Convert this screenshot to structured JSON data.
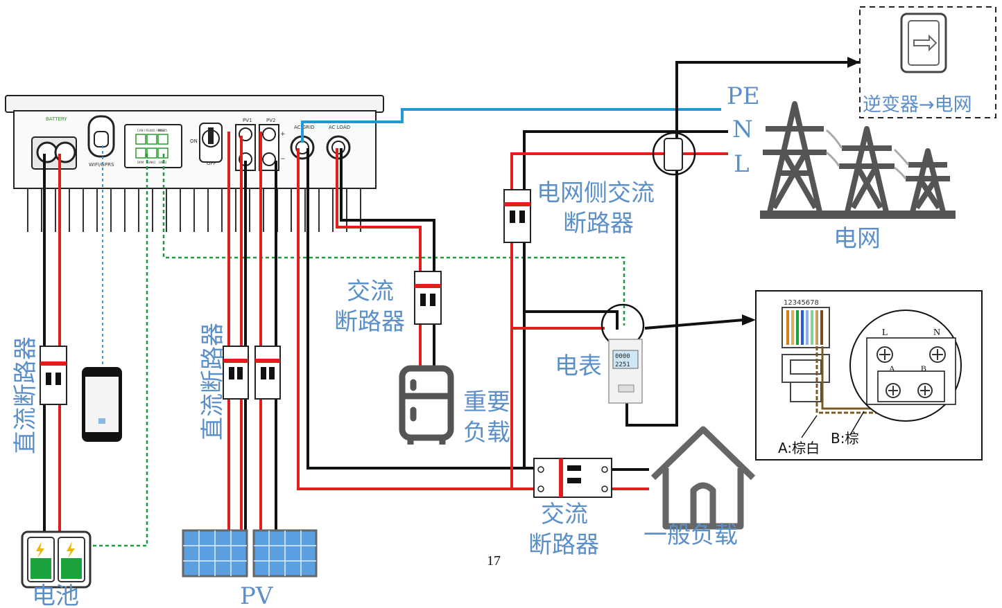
{
  "labels": {
    "pe": "PE",
    "n": "N",
    "l": "L",
    "inverter_to_grid": "逆变器→电网",
    "grid": "电网",
    "grid_side_breaker_line1": "电网侧交流",
    "grid_side_breaker_line2": "断路器",
    "ac_breaker_mid_line1": "交流",
    "ac_breaker_mid_line2": "断路器",
    "important_load_line1": "重要",
    "important_load_line2": "负载",
    "meter": "电表",
    "ac_breaker_bottom_line1": "交流",
    "ac_breaker_bottom_line2": "断路器",
    "general_load": "一般负载",
    "dc_breaker_left": "直流断路器",
    "dc_breaker_pv": "直流断路器",
    "battery": "电池",
    "pv": "PV",
    "page_number": "17",
    "rj45_pins": "12345678",
    "socket_l": "L",
    "socket_n": "N",
    "socket_a": "A",
    "socket_b": "B",
    "wire_a": "A:棕白",
    "wire_b": "B:棕"
  },
  "inverter": {
    "battery_label": "BATTERY",
    "wifi_label": "WIFI/GPRS",
    "pv1": "PV1",
    "pv2": "PV2",
    "ac_grid": "AC GRID",
    "ac_load": "AC LOAD",
    "on": "ON",
    "off": "OFF",
    "plus": "+",
    "minus": "−",
    "port_top_left": "CAN / RS485 / BMS",
    "port_top_right": "RS485",
    "port_b1": "DRM",
    "port_b2": "LINK1",
    "port_b3": "LINK2"
  },
  "meter_display": {
    "line1": "0000",
    "line2": "2251"
  },
  "colors": {
    "label_blue": "#5b8fc9",
    "wire_red": "#e01e1e",
    "wire_black": "#111111",
    "wire_pe": "#1e9bd7",
    "comm_green": "#1a9a3a",
    "comm_blue": "#4a8fd0",
    "tower_gray": "#555555",
    "panel_blue": "#5aa0e0"
  },
  "icons": [
    "battery-icon",
    "solar-panel-icon",
    "phone-icon",
    "fridge-icon",
    "house-icon",
    "power-tower-icon",
    "meter-icon",
    "ct-clamp-icon",
    "breaker-icon",
    "rj45-icon",
    "socket-icon",
    "inverter-icon"
  ]
}
